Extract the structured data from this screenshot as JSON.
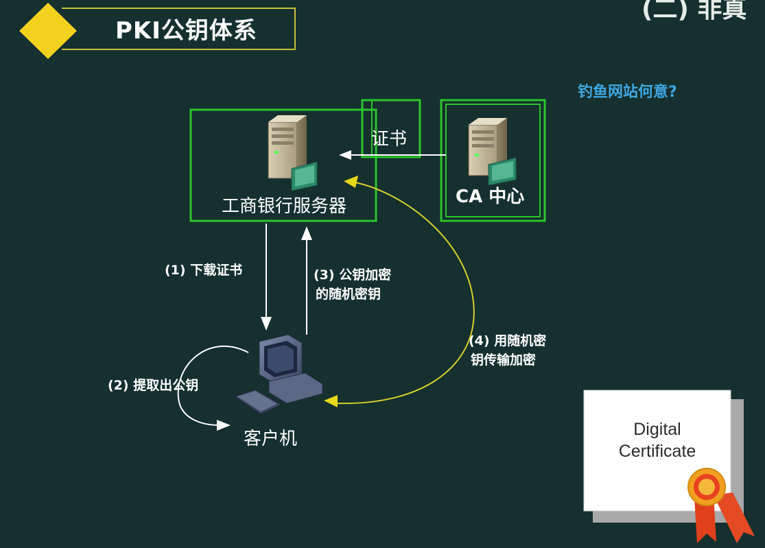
{
  "header": {
    "title": "PKI公钥体系",
    "corner_fragment": "(二) 非真"
  },
  "note": "钓鱼网站何意?",
  "nodes": {
    "bank_server": "工商银行服务器",
    "ca_center": "CA 中心",
    "client": "客户机",
    "certificate_tag": "证书"
  },
  "steps": {
    "step1": "(1) 下载证书",
    "step2": "(2) 提取出公钥",
    "step3_line1": "(3) 公钥加密",
    "step3_line2": "的随机密钥",
    "step4_line1": "(4) 用随机密",
    "step4_line2": "钥传输加密"
  },
  "digital_certificate": {
    "line1": "Digital",
    "line2": "Certificate"
  },
  "colors": {
    "background": "#15302e",
    "accent_yellow": "#f2d21e",
    "frame_green": "#2cc52c",
    "arrow_white": "#ffffff",
    "curve_yellow": "#d7cf2e",
    "note_blue": "#3fa7e2"
  }
}
